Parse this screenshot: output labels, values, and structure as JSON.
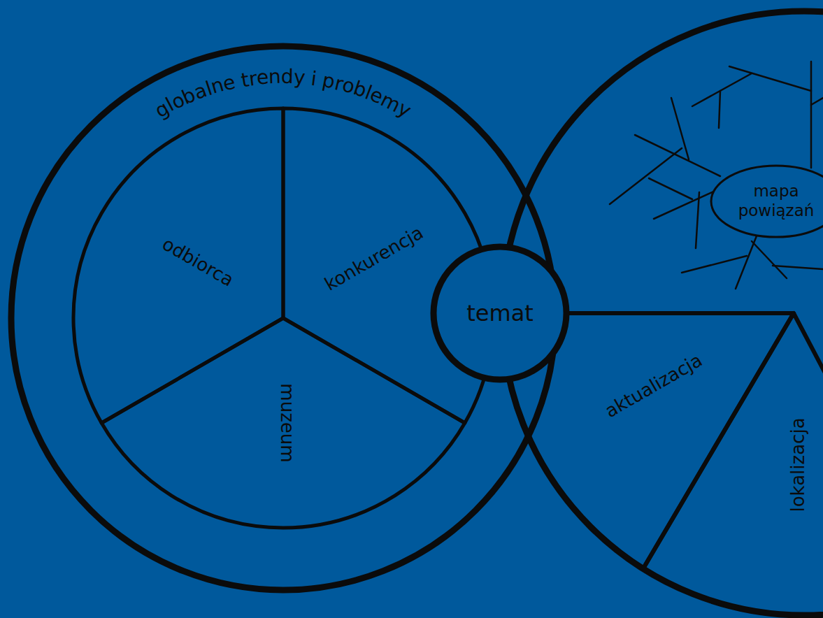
{
  "diagram": {
    "nodes": [
      {
        "text": [
          "globalne trendy i problemy"
        ]
      },
      {
        "text": [
          "odbiorca"
        ],
        "in": 0
      },
      {
        "text": [
          "konkurencja"
        ],
        "in": 0
      },
      {
        "text": [
          "muzeum"
        ],
        "in": 0
      },
      {
        "text": [
          "temat"
        ]
      },
      {
        "text": [
          "mapa powiązań"
        ]
      },
      {
        "text": [
          "aktualizacja"
        ]
      },
      {
        "text": [
          "lokalizacja"
        ]
      }
    ]
  }
}
